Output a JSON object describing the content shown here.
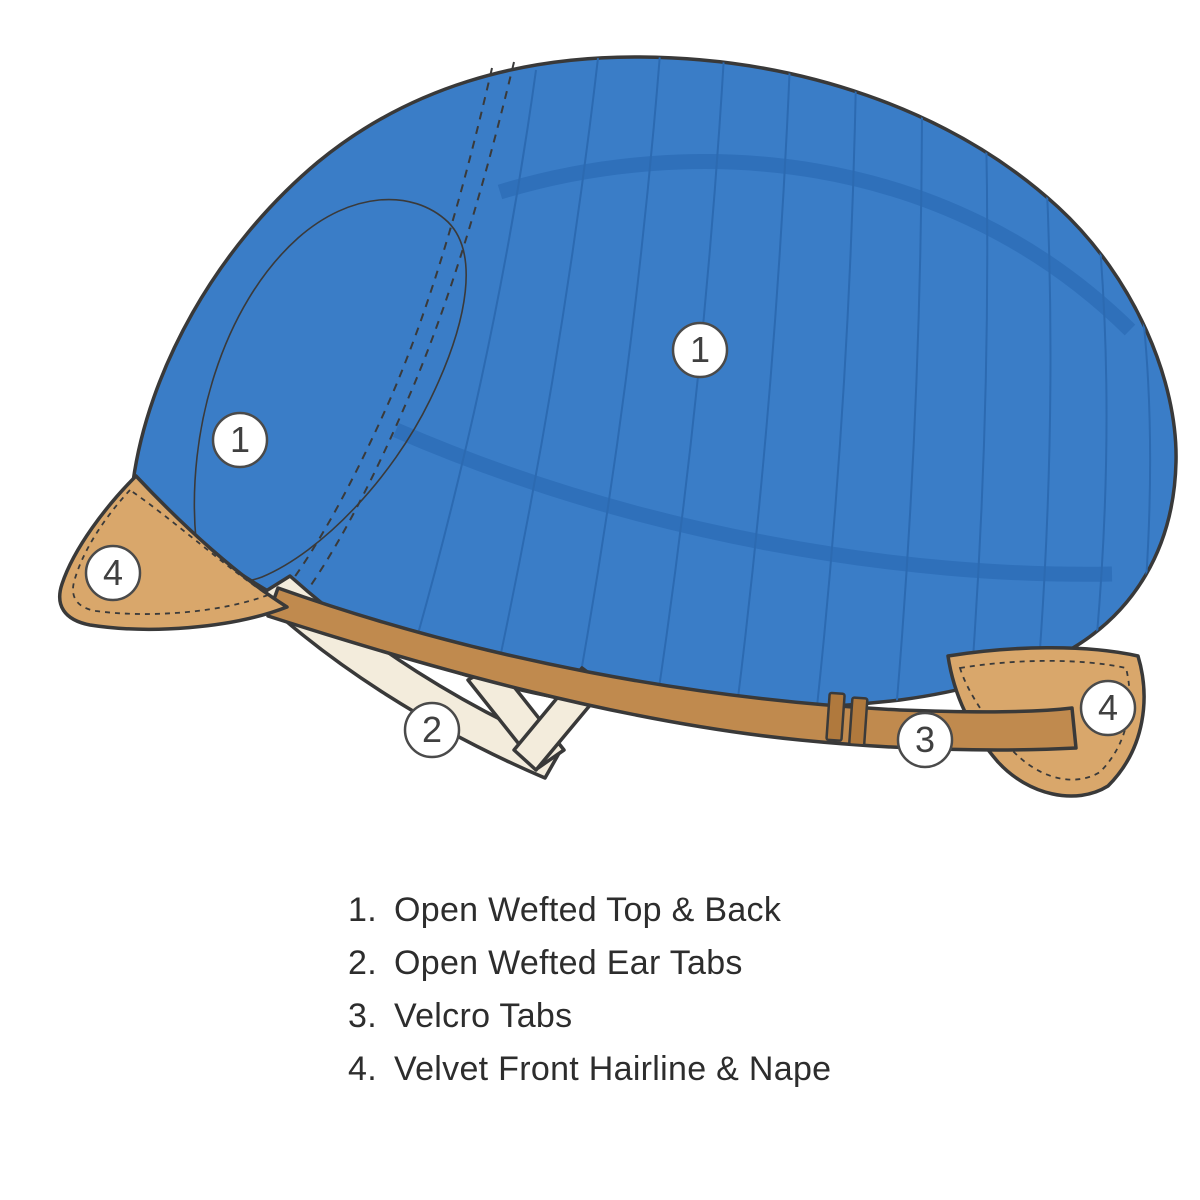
{
  "illustration": {
    "markers": [
      {
        "label": "1"
      },
      {
        "label": "1"
      },
      {
        "label": "2"
      },
      {
        "label": "3"
      },
      {
        "label": "4"
      },
      {
        "label": "4"
      }
    ]
  },
  "legend": {
    "items": [
      {
        "num": "1.",
        "label": "Open Wefted Top & Back"
      },
      {
        "num": "2.",
        "label": "Open Wefted Ear Tabs"
      },
      {
        "num": "3.",
        "label": "Velcro Tabs"
      },
      {
        "num": "4.",
        "label": "Velvet Front Hairline & Nape"
      }
    ]
  },
  "colors": {
    "cap_blue": "#3a7dc7",
    "band_blue": "#2f70ba",
    "weft_blue": "#2c6ab1",
    "velvet_tan": "#d9a76b",
    "strap_brown": "#c08a4e",
    "velcro_tab_brown": "#b0793d",
    "ear_tab_cream": "#f3ecdc",
    "outline": "#393939"
  }
}
